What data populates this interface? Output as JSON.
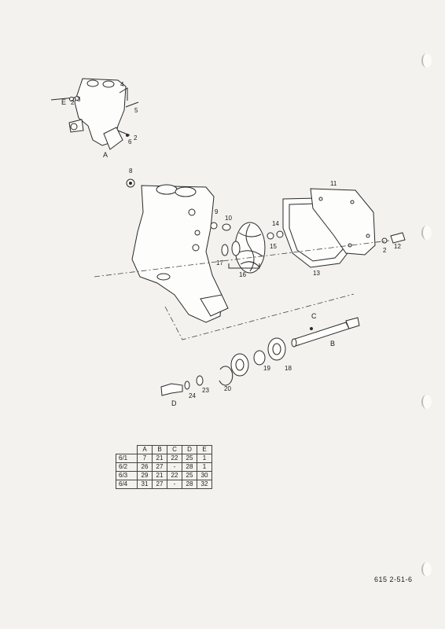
{
  "callouts": {
    "top": {
      "A": "A",
      "E": "E",
      "n2a": "2",
      "n3": "3",
      "n4": "4",
      "n5": "5",
      "n6": "6",
      "n2b": "2"
    },
    "main": {
      "n8": "8",
      "n9": "9",
      "n10": "10",
      "n11": "11",
      "n14": "14",
      "n15": "15",
      "n2": "2",
      "n12": "12",
      "n13": "13",
      "n16": "16",
      "n17": "17",
      "C": "C",
      "B": "B",
      "n18": "18",
      "n19": "19",
      "n20": "20",
      "n23": "23",
      "n24": "24",
      "D": "D"
    }
  },
  "table": {
    "columns": [
      "A",
      "B",
      "C",
      "D",
      "E"
    ],
    "rows": [
      {
        "label": "6/1",
        "cells": [
          "7",
          "21",
          "22",
          "25",
          "1"
        ]
      },
      {
        "label": "6/2",
        "cells": [
          "26",
          "27",
          "-",
          "28",
          "1"
        ]
      },
      {
        "label": "6/3",
        "cells": [
          "29",
          "21",
          "22",
          "25",
          "30"
        ]
      },
      {
        "label": "6/4",
        "cells": [
          "31",
          "27",
          "-",
          "28",
          "32"
        ]
      }
    ]
  },
  "page_code": "615 2-51-6"
}
